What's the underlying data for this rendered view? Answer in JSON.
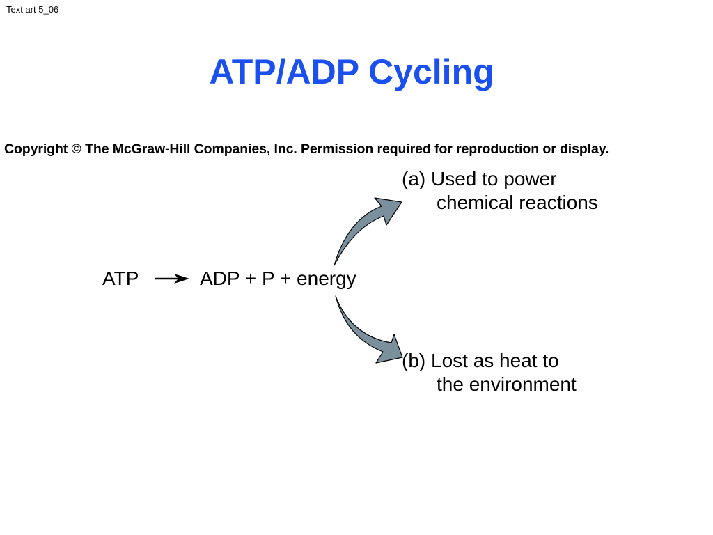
{
  "corner_label": "Text art 5_06",
  "title": "ATP/ADP Cycling",
  "copyright": "Copyright © The McGraw-Hill Companies, Inc. Permission required for reproduction or display.",
  "equation": {
    "reactant": "ATP",
    "products": "ADP + P + energy"
  },
  "outcomes": {
    "a": {
      "line1": "(a) Used to power",
      "line2": "chemical reactions"
    },
    "b": {
      "line1": "(b) Lost as heat to",
      "line2": "the environment"
    }
  },
  "colors": {
    "title": "#1a4ff0",
    "curved_arrow_fill": "#7a909c",
    "curved_arrow_stroke": "#000000",
    "reaction_arrow": "#000000"
  }
}
